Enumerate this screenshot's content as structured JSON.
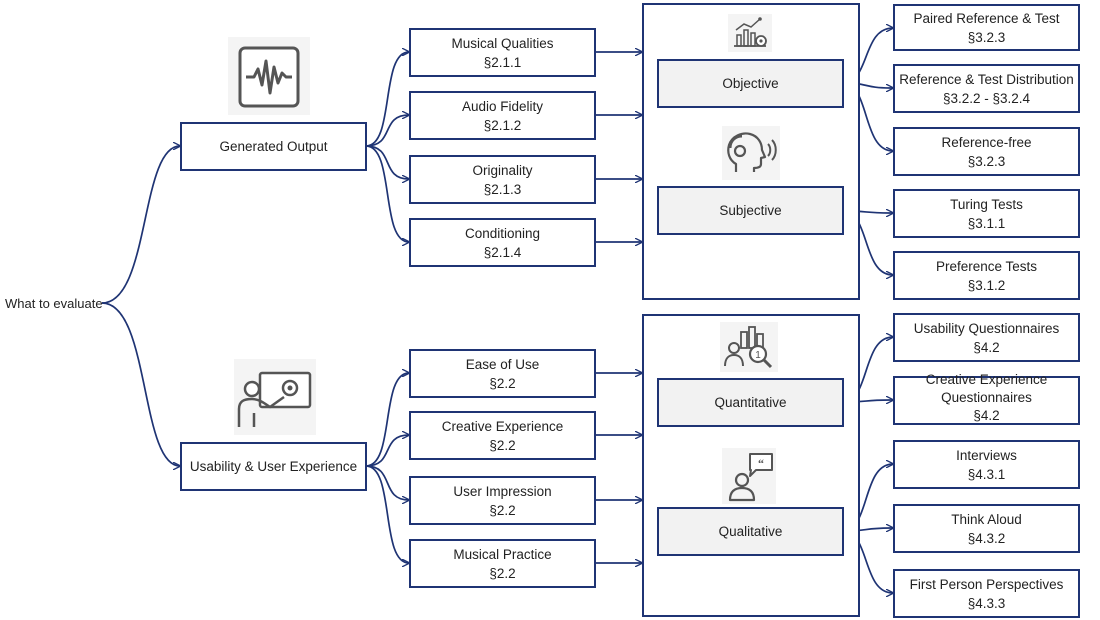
{
  "root": {
    "label": "What to evaluate"
  },
  "level1": [
    {
      "label": "Generated Output",
      "icon": "waveform-icon"
    },
    {
      "label": "Usability & User Experience",
      "icon": "touchscreen-user-icon"
    }
  ],
  "aspects": [
    {
      "name": "Musical Qualities",
      "ref": "§2.1.1"
    },
    {
      "name": "Audio Fidelity",
      "ref": "§2.1.2"
    },
    {
      "name": "Originality",
      "ref": "§2.1.3"
    },
    {
      "name": "Conditioning",
      "ref": "§2.1.4"
    },
    {
      "name": "Ease of Use",
      "ref": "§2.2"
    },
    {
      "name": "Creative Experience",
      "ref": "§2.2"
    },
    {
      "name": "User Impression",
      "ref": "§2.2"
    },
    {
      "name": "Musical Practice",
      "ref": "§2.2"
    }
  ],
  "methods": [
    {
      "label": "Objective",
      "icon": "analytics-chart-icon"
    },
    {
      "label": "Subjective",
      "icon": "listening-head-icon"
    },
    {
      "label": "Quantitative",
      "icon": "data-analysis-icon"
    },
    {
      "label": "Qualitative",
      "icon": "speech-user-icon"
    }
  ],
  "techniques": [
    {
      "line1": "Paired Reference & Test",
      "line2": "",
      "ref": "§3.2.3"
    },
    {
      "line1": "Reference & Test Distribution",
      "line2": "",
      "ref": "§3.2.2 - §3.2.4"
    },
    {
      "line1": "Reference-free",
      "line2": "",
      "ref": "§3.2.3"
    },
    {
      "line1": "Turing Tests",
      "line2": "",
      "ref": "§3.1.1"
    },
    {
      "line1": "Preference Tests",
      "line2": "",
      "ref": "§3.1.2"
    },
    {
      "line1": "Usability Questionnaires",
      "line2": "",
      "ref": "§4.2"
    },
    {
      "line1": "Creative Experience",
      "line2": "Questionnaires",
      "ref": "§4.2"
    },
    {
      "line1": "Interviews",
      "line2": "",
      "ref": "§4.3.1"
    },
    {
      "line1": "Think Aloud",
      "line2": "",
      "ref": "§4.3.2"
    },
    {
      "line1": "First Person Perspectives",
      "line2": "",
      "ref": "§4.3.3"
    }
  ],
  "colors": {
    "line": "#1f3474",
    "border": "#1f3474",
    "method_fill": "#f2f2f2",
    "icon": "#555555"
  }
}
